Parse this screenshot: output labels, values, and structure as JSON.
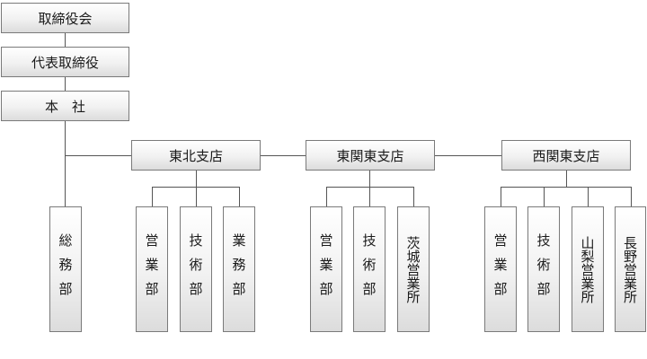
{
  "org": {
    "board": "取締役会",
    "representative": "代表取締役",
    "head_office": "本　社",
    "general_affairs": "総務部",
    "branches": [
      {
        "name": "東北支店",
        "depts": [
          "営業部",
          "技術部",
          "業務部"
        ]
      },
      {
        "name": "東関東支店",
        "depts": [
          "営業部",
          "技術部",
          "茨城営業所"
        ]
      },
      {
        "name": "西関東支店",
        "depts": [
          "営業部",
          "技術部",
          "山梨営業所",
          "長野営業所"
        ]
      }
    ]
  }
}
